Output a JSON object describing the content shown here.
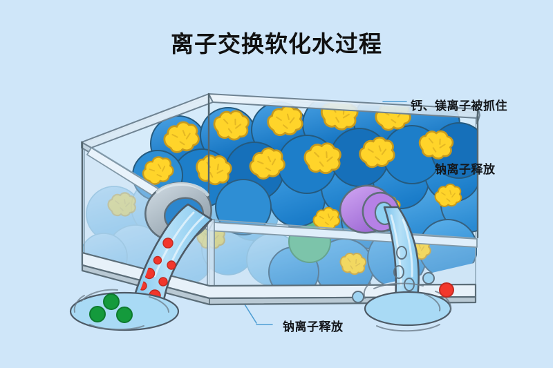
{
  "title": "离子交换软化水过程",
  "background_color": "#cfe6f9",
  "callouts": {
    "calcium_magnesium_captured": "钙、镁离子被抓住",
    "sodium_released_right": "钠离子释放",
    "sodium_released_bottom": "钠离子释放"
  },
  "colors": {
    "background": "#cfe6f9",
    "title_text": "#111111",
    "label_text": "#15181c",
    "leader_line": "#4e9ed4",
    "resin_bead_top": "#1e86d6",
    "resin_bead_dark": "#1272c0",
    "resin_bead_light": "#59abe6",
    "resin_bead_behind_glass": "#8cc6ee",
    "green_bead": "#5cb98f",
    "sodium_ion_yellow": "#ffd42a",
    "sodium_ion_outline": "#d9a51f",
    "sodium_ion_muted": "#f2d98a",
    "calcium_ion_red": "#f2372c",
    "magnesium_ion_green": "#149a3c",
    "water_stream": "#9ed4f2",
    "water_stream_edge": "#4d5a66",
    "puddle": "#a9daf5",
    "valve_grey": "#b8c4cc",
    "valve_grey_dark": "#8d9aa4",
    "valve_purple": "#b07fe0",
    "valve_purple_light": "#c89aee",
    "tank_glass": "#e3f0fa",
    "tank_frame": "#b9cbd8",
    "tank_outline": "#5a6a76"
  },
  "diagram": {
    "tank_label": "ion-exchange-resin-tank",
    "inlet_valve": "grey-valve-hard-water-outlet",
    "outlet_valve": "purple-valve-soft-water-outlet",
    "left_stream_contains": "calcium-magnesium-ions",
    "right_stream_contains": "softened-water"
  }
}
